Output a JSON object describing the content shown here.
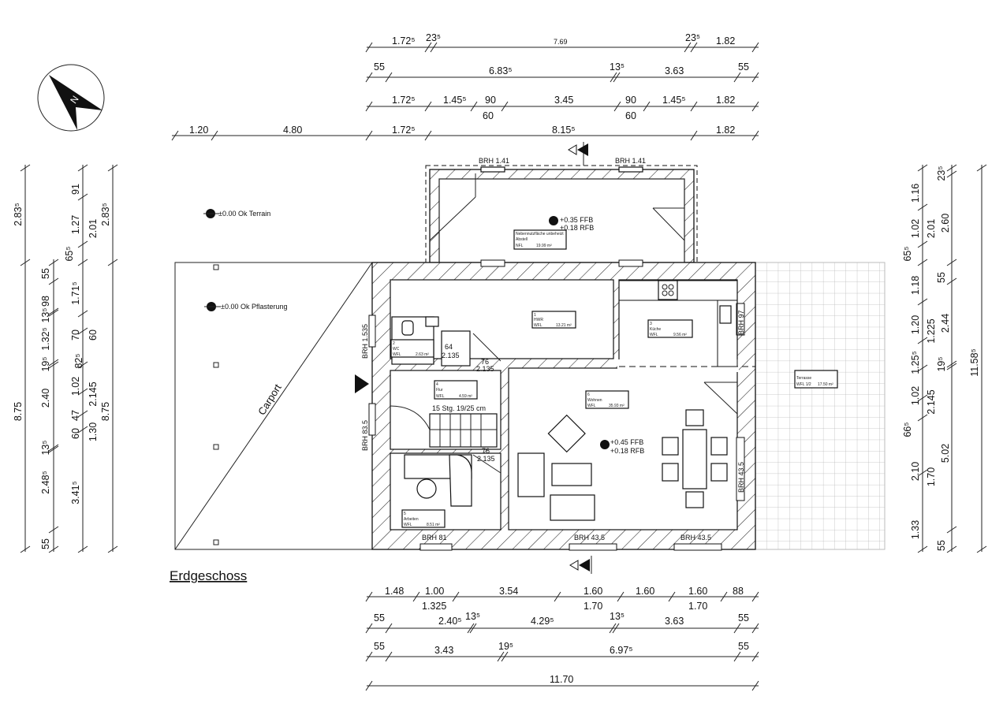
{
  "title": "Erdgeschoss",
  "colors": {
    "line": "#111111",
    "background": "#ffffff"
  },
  "north_arrow": {
    "letter": "N"
  },
  "carport_label": "Carport",
  "stairs_label": "15 Stg. 19/25 cm",
  "elevations": {
    "terrain": "±0.00 Ok Terrain",
    "paving": "±0.00 Ok Pflasterung",
    "annex_ffb": "+0.35 FFB",
    "annex_rfb": "+0.18 RFB",
    "main_ffb": "+0.45 FFB",
    "main_rfb": "+0.18 RFB"
  },
  "rooms": {
    "annex": {
      "category": "Nebennutzfläche unbeheizt",
      "name": "Abstell",
      "area_type": "NFL",
      "area": "19.99 m²"
    },
    "hwr": {
      "number": "1",
      "name": "HWR",
      "area_type": "WFL",
      "area": "13.21 m²"
    },
    "wc": {
      "number": "2",
      "name": "WC",
      "area_type": "WFL",
      "area": "2.63 m²"
    },
    "kueche": {
      "number": "3",
      "name": "Küche",
      "area_type": "WFL",
      "area": "9.56 m²"
    },
    "flur": {
      "number": "4",
      "name": "Flur",
      "area_type": "WFL",
      "area": "4.59 m²"
    },
    "arbeiten": {
      "number": "5",
      "name": "Arbeiten",
      "area_type": "WFL",
      "area": "8.51 m²"
    },
    "wohnen": {
      "number": "6",
      "name": "Wohnen",
      "area_type": "WFL",
      "area": "35.93 m²"
    },
    "terrasse": {
      "name": "Terrasse",
      "area_type": "WFL 1/2",
      "area": "17.50 m²"
    }
  },
  "openings": {
    "brh_top_left": "BRH 1.41",
    "brh_top_right": "BRH 1.41",
    "brh_left_upper": "BRH 1.535",
    "brh_left_lower": "BRH 83.5",
    "brh_bottom_1": "BRH 81",
    "brh_bottom_2": "BRH 43.5",
    "brh_bottom_3": "BRH 43.5",
    "brh_right_upper": "BRH 97",
    "brh_right_lower": "BRH 43.5",
    "door_wc_w": "64",
    "door_wc_h": "2.135",
    "door_hwr_w": "76",
    "door_hwr_h": "2.135",
    "door_arb_w": "76",
    "door_arb_h": "2.135"
  },
  "dimensions": {
    "top1": [
      "1.72⁵",
      "23⁵",
      "7.69",
      "23⁵",
      "1.82"
    ],
    "top2": [
      "55",
      "6.83⁵",
      "13⁵",
      "3.63",
      "55"
    ],
    "top3": [
      "1.72⁵",
      "1.45⁵",
      "90",
      "3.45",
      "90",
      "1.45⁵",
      "1.82"
    ],
    "top3_sub": [
      "60",
      "60"
    ],
    "top4": [
      "1.20",
      "4.80",
      "1.72⁵",
      "8.15⁵",
      "1.82"
    ],
    "bottom1": [
      "1.48",
      "1.00",
      "3.54",
      "1.60",
      "1.60",
      "1.60",
      "88"
    ],
    "bottom1_sub": [
      "1.325",
      "1.70",
      "1.70"
    ],
    "bottom2": [
      "55",
      "2.40⁵",
      "13⁵",
      "4.29⁵",
      "13⁵",
      "3.63",
      "55"
    ],
    "bottom3": [
      "55",
      "3.43",
      "19⁵",
      "6.97⁵",
      "55"
    ],
    "bottom4": [
      "11.70"
    ],
    "left_outer": [
      "2.83⁵",
      "8.75"
    ],
    "left_a": [
      "55",
      "13⁵",
      "98",
      "1.32⁵",
      "19⁵",
      "2.40",
      "13⁵",
      "2.48⁵",
      "55"
    ],
    "left_b": [
      "91",
      "1.27",
      "65⁵",
      "1.71⁵",
      "70",
      "82⁵",
      "1.02",
      "47",
      "60",
      "3.41⁵"
    ],
    "left_b_sub": [
      "2.01",
      "60",
      "2.145",
      "1.30"
    ],
    "left_c": [
      "2.83⁵",
      "8.75"
    ],
    "right_a": [
      "1.16",
      "1.02",
      "65⁵",
      "1.18",
      "1.20",
      "1.25⁵",
      "1.02",
      "66⁵",
      "2.10",
      "1.33"
    ],
    "right_a_sub": [
      "2.01",
      "1.225",
      "2.145",
      "1.70"
    ],
    "right_b": [
      "23⁵",
      "2.60",
      "55",
      "2.44",
      "19⁵",
      "5.02",
      "55"
    ],
    "right_c": [
      "11.58⁵"
    ]
  }
}
